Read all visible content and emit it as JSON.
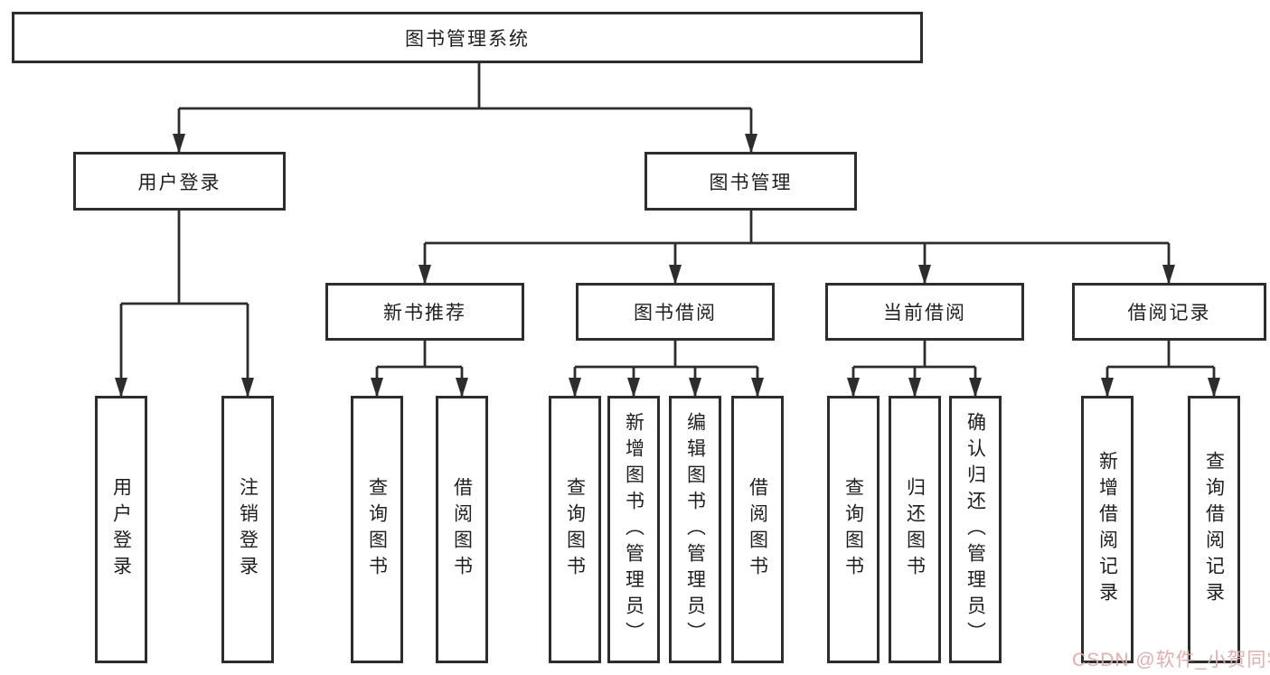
{
  "diagram": {
    "type": "hierarchy-tree",
    "tree": {
      "root": {
        "label": "图书管理系统",
        "children": [
          {
            "label": "用户登录",
            "children": [
              {
                "label": "用户登录"
              },
              {
                "label": "注销登录"
              }
            ]
          },
          {
            "label": "图书管理",
            "children": [
              {
                "label": "新书推荐",
                "children": [
                  {
                    "label": "查询图书"
                  },
                  {
                    "label": "借阅图书"
                  }
                ]
              },
              {
                "label": "图书借阅",
                "children": [
                  {
                    "label": "查询图书"
                  },
                  {
                    "label": "新增图书（管理员）"
                  },
                  {
                    "label": "编辑图书（管理员）"
                  },
                  {
                    "label": "借阅图书"
                  }
                ]
              },
              {
                "label": "当前借阅",
                "children": [
                  {
                    "label": "查询图书"
                  },
                  {
                    "label": "归还图书"
                  },
                  {
                    "label": "确认归还（管理员）"
                  }
                ]
              },
              {
                "label": "借阅记录",
                "children": [
                  {
                    "label": "新增借阅记录"
                  },
                  {
                    "label": "查询借阅记录"
                  }
                ]
              }
            ]
          }
        ]
      }
    },
    "colors": {
      "line": "#2d2d2d",
      "box_border": "#2d2d2d",
      "box_fill": "#ffffff",
      "text": "#1f1f1f",
      "background": "#ffffff"
    }
  },
  "watermark": {
    "text": "CSDN @软件_小贺同学",
    "color": "#dfa8a8"
  }
}
